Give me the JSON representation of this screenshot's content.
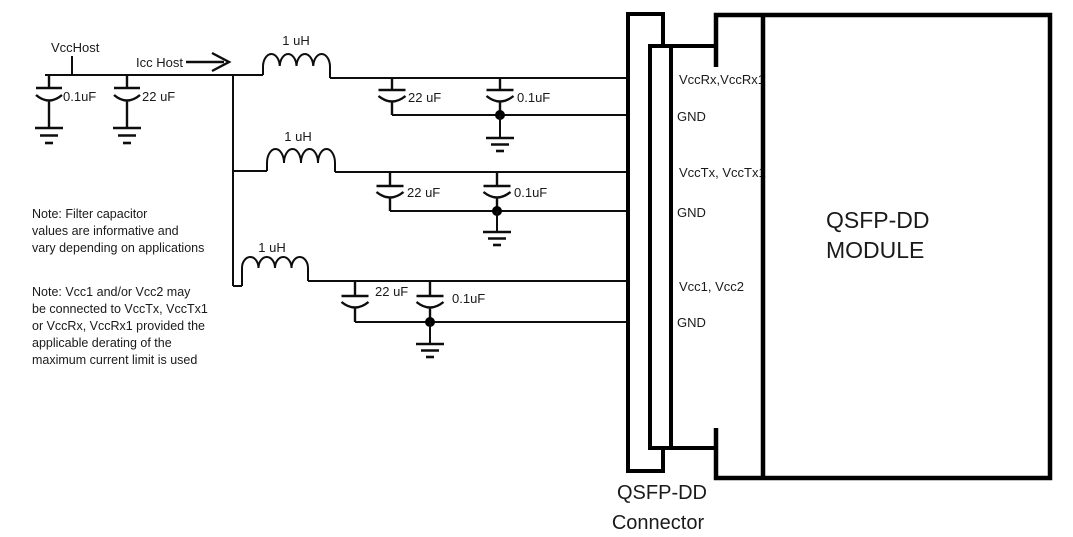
{
  "colors": {
    "ink": "#000000",
    "text": "#1a1a1a",
    "background": "#ffffff"
  },
  "host": {
    "vcc_label": "VccHost",
    "current_label": "Icc Host",
    "cap_bypass_label": "0.1uF",
    "cap_bulk_label": "22 uF"
  },
  "stages": [
    {
      "inductor_label": "1 uH",
      "cap_bulk_label": "22 uF",
      "cap_bypass_label": "0.1uF"
    },
    {
      "inductor_label": "1 uH",
      "cap_bulk_label": "22 uF",
      "cap_bypass_label": "0.1uF"
    },
    {
      "inductor_label": "1 uH",
      "cap_bulk_label": "22 uF",
      "cap_bypass_label": "0.1uF"
    }
  ],
  "connector_pins": [
    {
      "vcc": "VccRx,VccRx1",
      "gnd": "GND"
    },
    {
      "vcc": "VccTx, VccTx1",
      "gnd": "GND"
    },
    {
      "vcc": "Vcc1, Vcc2",
      "gnd": "GND"
    }
  ],
  "connector_caption": [
    "QSFP-DD",
    "Connector"
  ],
  "module_caption": [
    "QSFP-DD",
    "MODULE"
  ],
  "notes": {
    "note1": [
      "Note: Filter capacitor",
      "values are informative and",
      "vary depending on applications"
    ],
    "note2": [
      "Note: Vcc1 and/or Vcc2 may",
      "be connected to VccTx, VccTx1",
      "or VccRx, VccRx1 provided the",
      "applicable derating of the",
      "maximum current limit is used"
    ]
  }
}
